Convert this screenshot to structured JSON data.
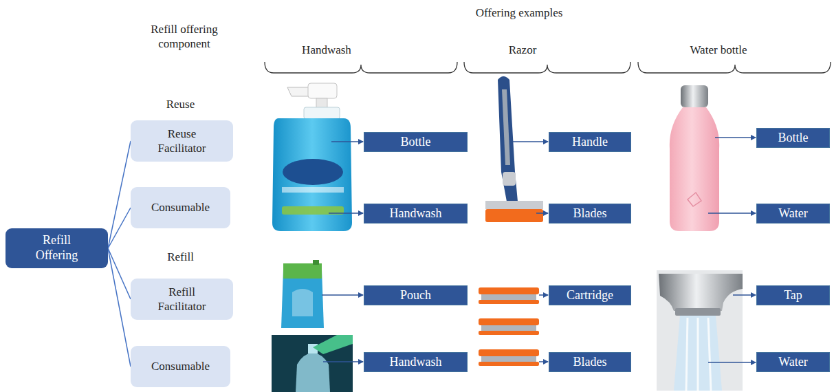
{
  "diagram": {
    "title": "Offering examples",
    "nodes": [
      {
        "text": [
          "Refill Offering"
        ]
      },
      {
        "text": [
          "Reuse Facilitator"
        ]
      },
      {
        "text": [
          "Consumable"
        ]
      },
      {
        "text": [
          "Refill Facilitator"
        ]
      },
      {
        "text": [
          "Consumable"
        ]
      },
      {
        "text": [
          "Bottle"
        ]
      },
      {
        "text": [
          "Handwash"
        ]
      },
      {
        "text": [
          "Handle"
        ]
      },
      {
        "text": [
          "Blades"
        ]
      },
      {
        "text": [
          "Bottle"
        ]
      },
      {
        "text": [
          "Water"
        ]
      },
      {
        "text": [
          "Pouch"
        ]
      },
      {
        "text": [
          "Handwash"
        ]
      },
      {
        "text": [
          "Cartridge"
        ]
      },
      {
        "text": [
          "Blades"
        ]
      },
      {
        "text": [
          "Tap"
        ]
      },
      {
        "text": [
          "Water"
        ]
      }
    ],
    "edges": [
      {
        "from": 0,
        "to": 1,
        "arrow": "none"
      },
      {
        "from": 0,
        "to": 2,
        "arrow": "none"
      },
      {
        "from": 0,
        "to": 3,
        "arrow": "none"
      },
      {
        "from": 0,
        "to": 4,
        "arrow": "none"
      }
    ],
    "labels": [
      "Refill offering component",
      "Handwash",
      "Razor",
      "Water bottle",
      "Reuse",
      "Refill"
    ]
  }
}
